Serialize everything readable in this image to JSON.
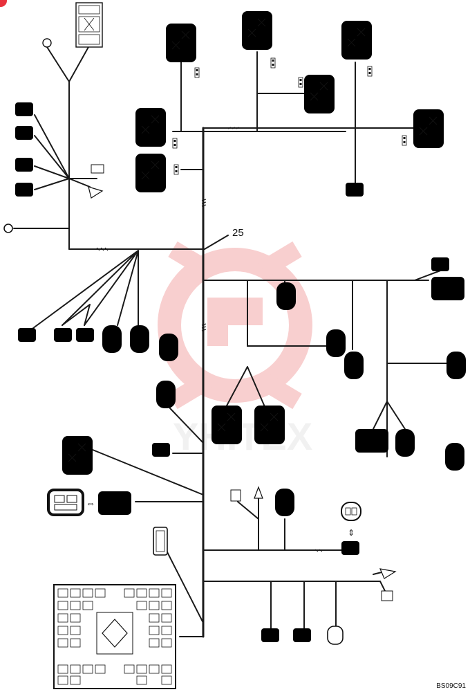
{
  "diagram": {
    "main_label": "25",
    "figure_code": "BS09C91",
    "watermark_text": "YHITEX",
    "colors": {
      "line": "#1a1a1a",
      "background": "#ffffff",
      "watermark": "#f4a8a8",
      "corner_mark": "#e8323c"
    }
  }
}
